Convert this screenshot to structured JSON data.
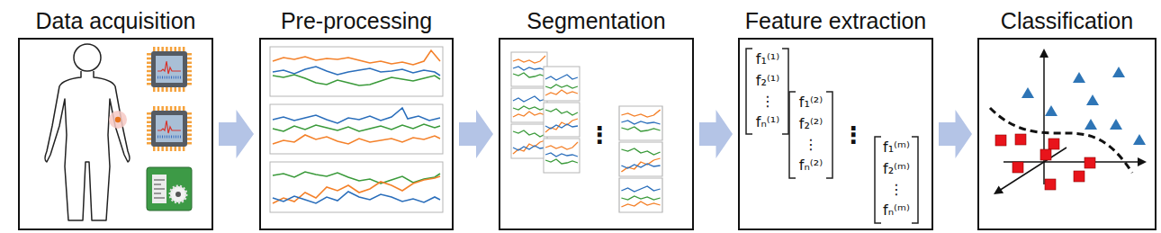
{
  "diagram": {
    "nodes": [
      {
        "text": [
          "Data acquisition"
        ]
      },
      {
        "text": [
          "Pre-processing"
        ]
      },
      {
        "text": [
          "Segmentation"
        ]
      },
      {
        "text": [
          "Feature extraction"
        ]
      },
      {
        "text": [
          "Classification"
        ]
      }
    ],
    "edges": [
      {
        "from": 0,
        "to": 1,
        "arrow": "to"
      },
      {
        "from": 1,
        "to": 2,
        "arrow": "to"
      },
      {
        "from": 2,
        "to": 3,
        "arrow": "to"
      },
      {
        "from": 3,
        "to": 4,
        "arrow": "to"
      }
    ],
    "labels": [
      "⋮",
      "f₁⁽¹⁾",
      "f₂⁽¹⁾",
      "⋮",
      "fₙ⁽¹⁾",
      "f₁⁽²⁾",
      "f₂⁽²⁾",
      "⋮",
      "fₙ⁽²⁾",
      "⋮",
      "f₁⁽ᵐ⁾",
      "f₂⁽ᵐ⁾",
      "⋮",
      "fₙ⁽ᵐ⁾"
    ]
  }
}
